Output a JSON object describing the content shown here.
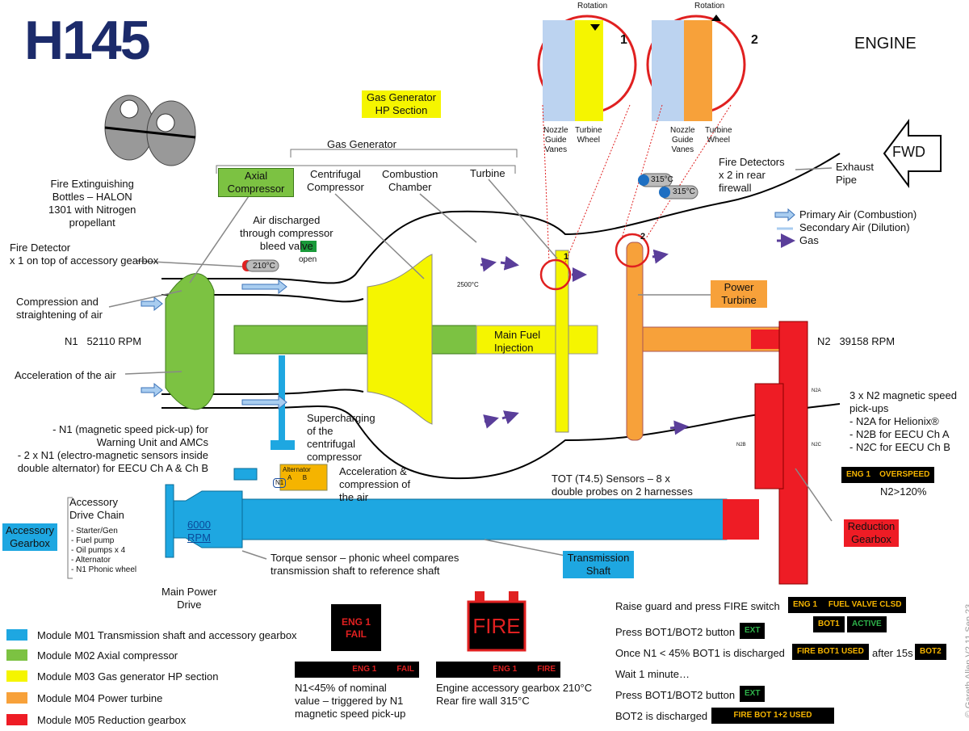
{
  "logo": "H145",
  "title": "ENGINE",
  "labels": {
    "bottles": [
      "Fire Extinguishing",
      "Bottles – HALON",
      "1301 with Nitrogen",
      "propellant"
    ],
    "fire_detector": [
      "Fire Detector",
      "x 1 on top of accessory gearbox"
    ],
    "fire_detector_temp": "210°C",
    "compression": [
      "Compression and",
      "straightening of air"
    ],
    "n1": "N1   52110 RPM",
    "acceleration": "Acceleration of the air",
    "n1_pickups": [
      "- N1 (magnetic speed pick-up) for",
      "Warning Unit and AMCs",
      "- 2 x N1 (electro-magnetic sensors inside",
      "double alternator) for EECU Ch A & Ch B"
    ],
    "accessory_drive_chain": [
      "Accessory",
      "Drive Chain"
    ],
    "drive_items": [
      "- Starter/Gen",
      "- Fuel pump",
      "- Oil pumps x 4",
      "- Alternator",
      "- N1 Phonic wheel"
    ],
    "accessory_gearbox": "Accessory Gearbox",
    "main_power_drive": [
      "Main Power",
      "Drive"
    ],
    "gas_generator_hp": [
      "Gas Generator",
      "HP Section"
    ],
    "gas_generator": "Gas Generator",
    "axial_compressor": [
      "Axial",
      "Compressor"
    ],
    "centrifugal_compressor": [
      "Centrifugal",
      "Compressor"
    ],
    "combustion_chamber": [
      "Combustion",
      "Chamber"
    ],
    "turbine": "Turbine",
    "bleed": [
      "Air discharged",
      "through compressor",
      "bleed valve"
    ],
    "bleed_state": "open",
    "main_fuel_injection": [
      "Main Fuel",
      "Injection"
    ],
    "flame_temp": "2500°C",
    "supercharging": [
      "Supercharging",
      "of the",
      "centrifugal",
      "compressor"
    ],
    "accel_compression": [
      "Acceleration &",
      "compression of",
      "the air"
    ],
    "tot": [
      "TOT (T4.5) Sensors – 8 x",
      "double probes on 2 harnesses"
    ],
    "torque": [
      "Torque sensor – phonic wheel compares",
      "transmission shaft to reference shaft"
    ],
    "transmission_shaft": [
      "Transmission",
      "Shaft"
    ],
    "rpm_6000": [
      "6000",
      "RPM"
    ],
    "alternator": "Alternator",
    "alternator_ch": [
      "A",
      "B"
    ],
    "n1_small": "N1",
    "reduction_gearbox": [
      "Reduction",
      "Gearbox"
    ],
    "power_turbine": [
      "Power",
      "Turbine"
    ],
    "n2": "N2   39158 RPM",
    "n2_pickups": [
      "3 x N2 magnetic speed",
      "pick-ups",
      "- N2A for Helionix®",
      "- N2B for EECU Ch A",
      "- N2C for EECU Ch B"
    ],
    "n2_small": [
      "N2A",
      "N2B",
      "N2C"
    ],
    "overspeed_note": "N2>120%",
    "fire_detectors_rear": [
      "Fire Detectors",
      "x 2 in rear",
      "firewall"
    ],
    "rear_temp": "315°C",
    "exhaust": [
      "Exhaust",
      "Pipe"
    ],
    "fwd": "FWD",
    "flow_legend": [
      "Primary Air (Combustion)",
      "Secondary Air (Dilution)",
      "Gas"
    ],
    "rotation": "Rotation",
    "inset_numbers": [
      "1",
      "2"
    ],
    "nozzle": [
      "Nozzle",
      "Guide",
      "Vanes"
    ],
    "turbine_wheel": [
      "Turbine",
      "Wheel"
    ]
  },
  "modules": [
    {
      "label": "Module M01 Transmission shaft and accessory gearbox",
      "color": "#1ea7e1"
    },
    {
      "label": "Module M02 Axial compressor",
      "color": "#7cc242"
    },
    {
      "label": "Module M03 Gas generator HP section",
      "color": "#f5f500"
    },
    {
      "label": "Module M04 Power turbine",
      "color": "#f7a13a"
    },
    {
      "label": "Module M05 Reduction gearbox",
      "color": "#ee1c25"
    }
  ],
  "warnings": {
    "eng_fail_box": [
      "ENG 1",
      "FAIL"
    ],
    "fire_box": "FIRE",
    "cas_fail": [
      "ENG 1",
      "FAIL"
    ],
    "cas_fire": [
      "ENG 1",
      "FIRE"
    ],
    "fail_note": [
      "N1<45% of nominal",
      "value – triggered by N1",
      "magnetic speed pick-up"
    ],
    "fire_note": [
      "Engine accessory gearbox 210°C",
      "Rear fire wall 315°C"
    ],
    "cas_overspeed": [
      "ENG 1",
      "OVERSPEED"
    ]
  },
  "procedure": [
    {
      "text": "Raise guard and press FIRE switch",
      "cas": "ENG 1     FUEL VALVE CLSD"
    },
    {
      "text": "Press BOT1/BOT2 button",
      "cas": "EXT"
    },
    {
      "text": "Once N1 < 45% BOT1 is discharged",
      "cas": "FIRE BOT1 USED",
      "after": "after 15s",
      "cas2": "BOT2"
    },
    {
      "text": "Wait 1 minute…"
    },
    {
      "text": "Press BOT1/BOT2 button",
      "cas": "EXT"
    },
    {
      "text": "BOT2 is discharged",
      "cas": "FIRE BOT 1+2 USED"
    }
  ],
  "bot1_active": [
    "BOT1",
    "ACTIVE"
  ],
  "copyright": "© Gareth  Allen V2.11 Sep 23"
}
